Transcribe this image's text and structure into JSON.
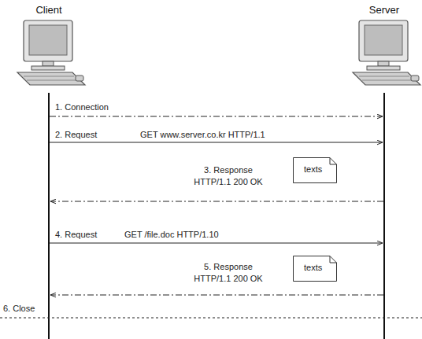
{
  "diagram": {
    "nodes": [
      {
        "text": [
          "texts"
        ]
      },
      {
        "text": [
          "texts"
        ]
      }
    ],
    "labels": [
      "Client",
      "Server",
      "1. Connection",
      "2. Request",
      "GET www.server.co.kr HTTP/1.1",
      "3. Response",
      "HTTP/1.1 200 OK",
      "4. Request",
      "GET /file.doc HTTP/1.10",
      "5. Response",
      "HTTP/1.1 200 OK",
      "6. Close"
    ]
  }
}
